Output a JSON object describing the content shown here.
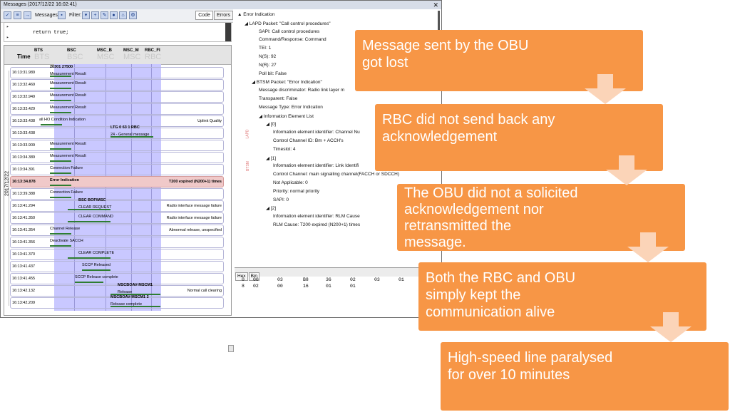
{
  "window": {
    "title": "Messages (2017/12/22 16:02:41)",
    "close_icon": "close-icon"
  },
  "toolbar": {
    "messages_label": "Messages:",
    "filter_label": "Filter:",
    "tabs": [
      "Code",
      "Errors"
    ]
  },
  "code": {
    "line": "return true;"
  },
  "sequence": {
    "time_header": "Time",
    "date": "2017/12/22",
    "entities": [
      "BTS",
      "BSC",
      "MSC_B",
      "MSC_M",
      "RBC_FI"
    ],
    "rows": [
      {
        "time": "16:13:31.989",
        "msg": "Measurement Result",
        "hdr": "20301 27500",
        "note": ""
      },
      {
        "time": "16:13:32.469",
        "msg": "Measurement Result",
        "hdr": "",
        "note": ""
      },
      {
        "time": "16:13:32.949",
        "msg": "Measurement Result",
        "hdr": "",
        "note": ""
      },
      {
        "time": "16:13:33.429",
        "msg": "Measurement Result",
        "hdr": "",
        "note": ""
      },
      {
        "time": "16:13:33.438",
        "msg": "all HO Condition Indication",
        "hdr": "",
        "note": "Uplink Quality"
      },
      {
        "time": "16:13:33.438",
        "msg": "24 - General message",
        "hdr": "LTG 0 63 1 RBC",
        "note": ""
      },
      {
        "time": "16:13:33.909",
        "msg": "Measurement Result",
        "hdr": "",
        "note": ""
      },
      {
        "time": "16:13:34.389",
        "msg": "Measurement Result",
        "hdr": "",
        "note": ""
      },
      {
        "time": "16:13:34.391",
        "msg": "Connection Failure",
        "hdr": "",
        "note": ""
      },
      {
        "time": "16:13:34.878",
        "msg": "Error Indication",
        "hdr": "",
        "note": "T200 expired (N200+1) times",
        "highlight": true
      },
      {
        "time": "16:13:39.388",
        "msg": "Connection Failure",
        "hdr": "",
        "note": ""
      },
      {
        "time": "16:13:41.294",
        "msg": "CLEAR REQUEST",
        "hdr": "BSC BOF\\MSC",
        "note": "Radio interface message failure"
      },
      {
        "time": "16:13:41.350",
        "msg": "CLEAR COMMAND",
        "hdr": "",
        "note": "Radio interface message failure"
      },
      {
        "time": "16:13:41.354",
        "msg": "Channel Release",
        "hdr": "",
        "note": "Abnormal release, unspecified"
      },
      {
        "time": "16:13:41.356",
        "msg": "Deactivate SACCH",
        "hdr": "",
        "note": ""
      },
      {
        "time": "16:13:41.370",
        "msg": "CLEAR COMPLETE",
        "hdr": "",
        "note": ""
      },
      {
        "time": "16:13:41.437",
        "msg": "SCCP Released",
        "hdr": "",
        "note": ""
      },
      {
        "time": "16:13:41.455",
        "msg": "SCCP Release complete",
        "hdr": "",
        "note": ""
      },
      {
        "time": "16:13:42.132",
        "msg": "Release",
        "hdr": "MSCBOAV-MSCM1",
        "note": "Normal call clearing"
      },
      {
        "time": "16:13:42.209",
        "msg": "Release complete",
        "hdr": "MSCBOAV-MSCM1 2",
        "note": ""
      }
    ]
  },
  "details": {
    "lines": [
      "Error Indication",
      "LAPD Packet: \"Call control procedures\"",
      "SAPI: Call control procedures",
      "Command/Response: Command",
      "TEI: 1",
      "N(S): 92",
      "N(R): 27",
      "Poll bit: False",
      "BTSM Packet: \"Error Indication\"",
      "Message discriminator: Radio link layer m",
      "Transparent: False",
      "Message Type: Error Indication",
      "Information Element List",
      "[0]",
      "Information element identifier: Channel Nu",
      "Control Channel ID: Bm + ACCH's",
      "Timeslot: 4",
      "[1]",
      "Information element identifier: Link Identifi",
      "Control Channel: main signalling channel(FACCH or SDCCH)",
      "Not Applicable: 0",
      "Priority: normal priority",
      "SAPI: 0",
      "[2]",
      "Information element identifier: RLM Cause",
      "RLM Cause: T200 expired (N200+1) times"
    ],
    "side_labels": [
      "LAPD",
      "BTSM"
    ]
  },
  "hex": {
    "tabs": [
      "Hex",
      "Bin"
    ],
    "rows": [
      [
        "0",
        "00",
        "03",
        "B8",
        "36",
        "02",
        "03",
        "01"
      ],
      [
        "8",
        "02",
        "00",
        "16",
        "01",
        "01"
      ]
    ]
  },
  "callouts": [
    {
      "lines": [
        "Message sent by the OBU",
        "got lost"
      ]
    },
    {
      "lines": [
        "RBC did not send back any",
        "acknowledgement"
      ]
    },
    {
      "lines": [
        "The OBU did not a solicited",
        "acknowledgement nor",
        "retransmitted the",
        "message."
      ]
    },
    {
      "lines": [
        "Both the RBC and OBU",
        "simply kept the",
        "communication alive"
      ]
    },
    {
      "lines": [
        "High-speed line paralysed",
        "for over 10 minutes"
      ]
    }
  ],
  "colors": {
    "callout": "#f79646",
    "chevron": "#fbd4b8",
    "lane": "#c9c8ff",
    "highlight_row": "#f0c9c9"
  }
}
